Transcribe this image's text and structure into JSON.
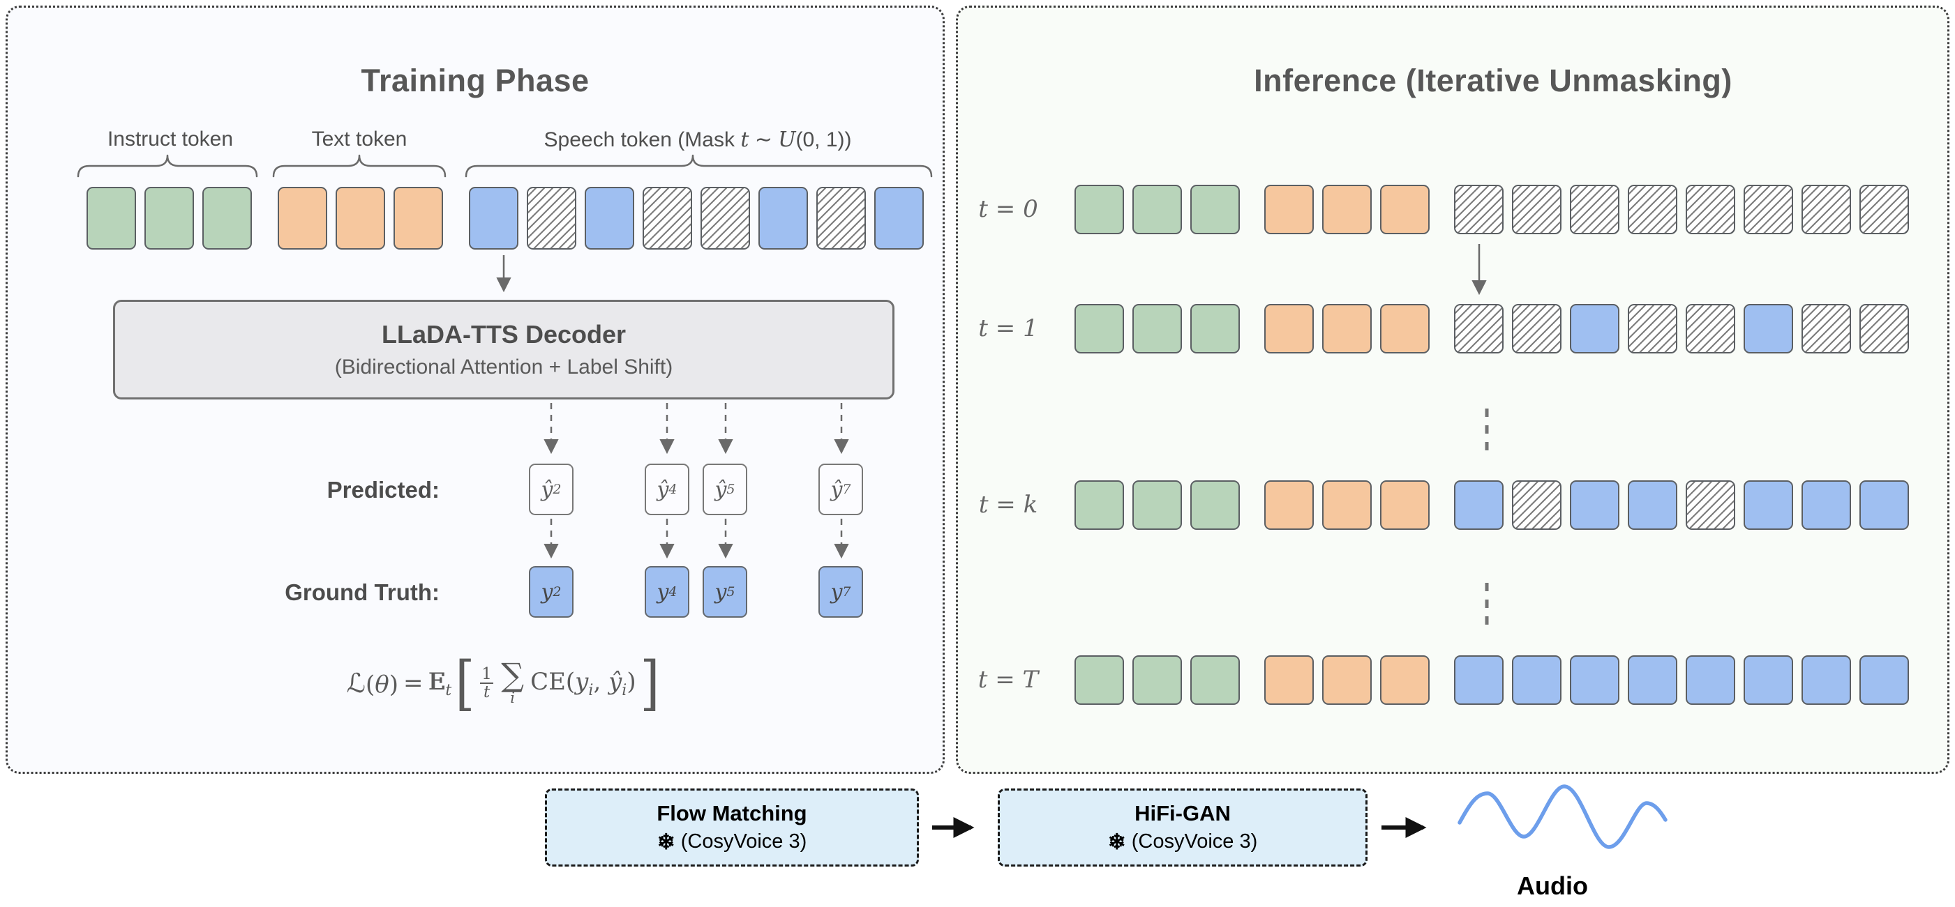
{
  "training": {
    "title": "Training Phase",
    "group_labels": [
      "Instruct token",
      "Text token"
    ],
    "speech_label": {
      "prefix": "Speech token (Mask ",
      "t": "t",
      "sim": " ∼ ",
      "dist": "U",
      "suffix": "(0, 1))"
    },
    "token_groups": [
      [
        "instruct",
        "instruct",
        "instruct"
      ],
      [
        "text",
        "text",
        "text"
      ],
      [
        "speech",
        "mask",
        "speech",
        "mask",
        "mask",
        "speech",
        "mask",
        "speech"
      ]
    ],
    "decoder": {
      "title": "LLaDA-TTS Decoder",
      "subtitle": "(Bidirectional Attention + Label Shift)"
    },
    "predicted": {
      "label": "Predicted:",
      "items": [
        {
          "base": "ŷ",
          "sub": "2"
        },
        {
          "base": "ŷ",
          "sub": "4"
        },
        {
          "base": "ŷ",
          "sub": "5"
        },
        {
          "base": "ŷ",
          "sub": "7"
        }
      ]
    },
    "ground_truth": {
      "label": "Ground Truth:",
      "items": [
        {
          "base": "y",
          "sub": "2"
        },
        {
          "base": "y",
          "sub": "4"
        },
        {
          "base": "y",
          "sub": "5"
        },
        {
          "base": "y",
          "sub": "7"
        }
      ]
    },
    "formula": {
      "L": "ℒ",
      "lparen": "(",
      "theta": "θ",
      "rparen": ")",
      "eq": "=",
      "E": "E",
      "E_sub": "t",
      "open_bracket": "[",
      "frac_num": "1",
      "frac_den": "t",
      "sigma": "∑",
      "sigma_sub": "i",
      "CE": "CE",
      "open_paren": "(",
      "y_base": "y",
      "y_sub": "i",
      "comma": ", ",
      "yhat_base": "ŷ",
      "yhat_sub": "i",
      "close_paren": ")",
      "close_bracket": "]"
    }
  },
  "inference": {
    "title": "Inference (Iterative Unmasking)",
    "rows": [
      {
        "label": "t = 0",
        "groups": [
          [
            "instruct",
            "instruct",
            "instruct"
          ],
          [
            "text",
            "text",
            "text"
          ],
          [
            "mask",
            "mask",
            "mask",
            "mask",
            "mask",
            "mask",
            "mask",
            "mask"
          ]
        ]
      },
      {
        "label": "t = 1",
        "groups": [
          [
            "instruct",
            "instruct",
            "instruct"
          ],
          [
            "text",
            "text",
            "text"
          ],
          [
            "mask",
            "mask",
            "speech",
            "mask",
            "mask",
            "speech",
            "mask",
            "mask"
          ]
        ]
      },
      {
        "label": "t = k",
        "groups": [
          [
            "instruct",
            "instruct",
            "instruct"
          ],
          [
            "text",
            "text",
            "text"
          ],
          [
            "speech",
            "mask",
            "speech",
            "speech",
            "mask",
            "speech",
            "speech",
            "speech"
          ]
        ]
      },
      {
        "label": "t = T",
        "groups": [
          [
            "instruct",
            "instruct",
            "instruct"
          ],
          [
            "text",
            "text",
            "text"
          ],
          [
            "speech",
            "speech",
            "speech",
            "speech",
            "speech",
            "speech",
            "speech",
            "speech"
          ]
        ]
      }
    ]
  },
  "vocoder": {
    "flow_matching": {
      "title": "Flow Matching",
      "icon": "❄",
      "subtitle": "(CosyVoice 3)"
    },
    "hifi_gan": {
      "title": "HiFi-GAN",
      "icon": "❄",
      "subtitle": "(CosyVoice 3)"
    },
    "audio_label": "Audio"
  },
  "colors": {
    "instruct": "#b8d4ba",
    "text": "#f6c79e",
    "speech": "#9fbff1",
    "mask_stripe": "#7d7d7d",
    "decoder_fill": "#e9e9ec",
    "vocoder_fill": "#ddeef9",
    "wave": "#6d9eeb",
    "panel_left_bg": "#fafbfe",
    "panel_right_bg": "#f9fcf8"
  }
}
